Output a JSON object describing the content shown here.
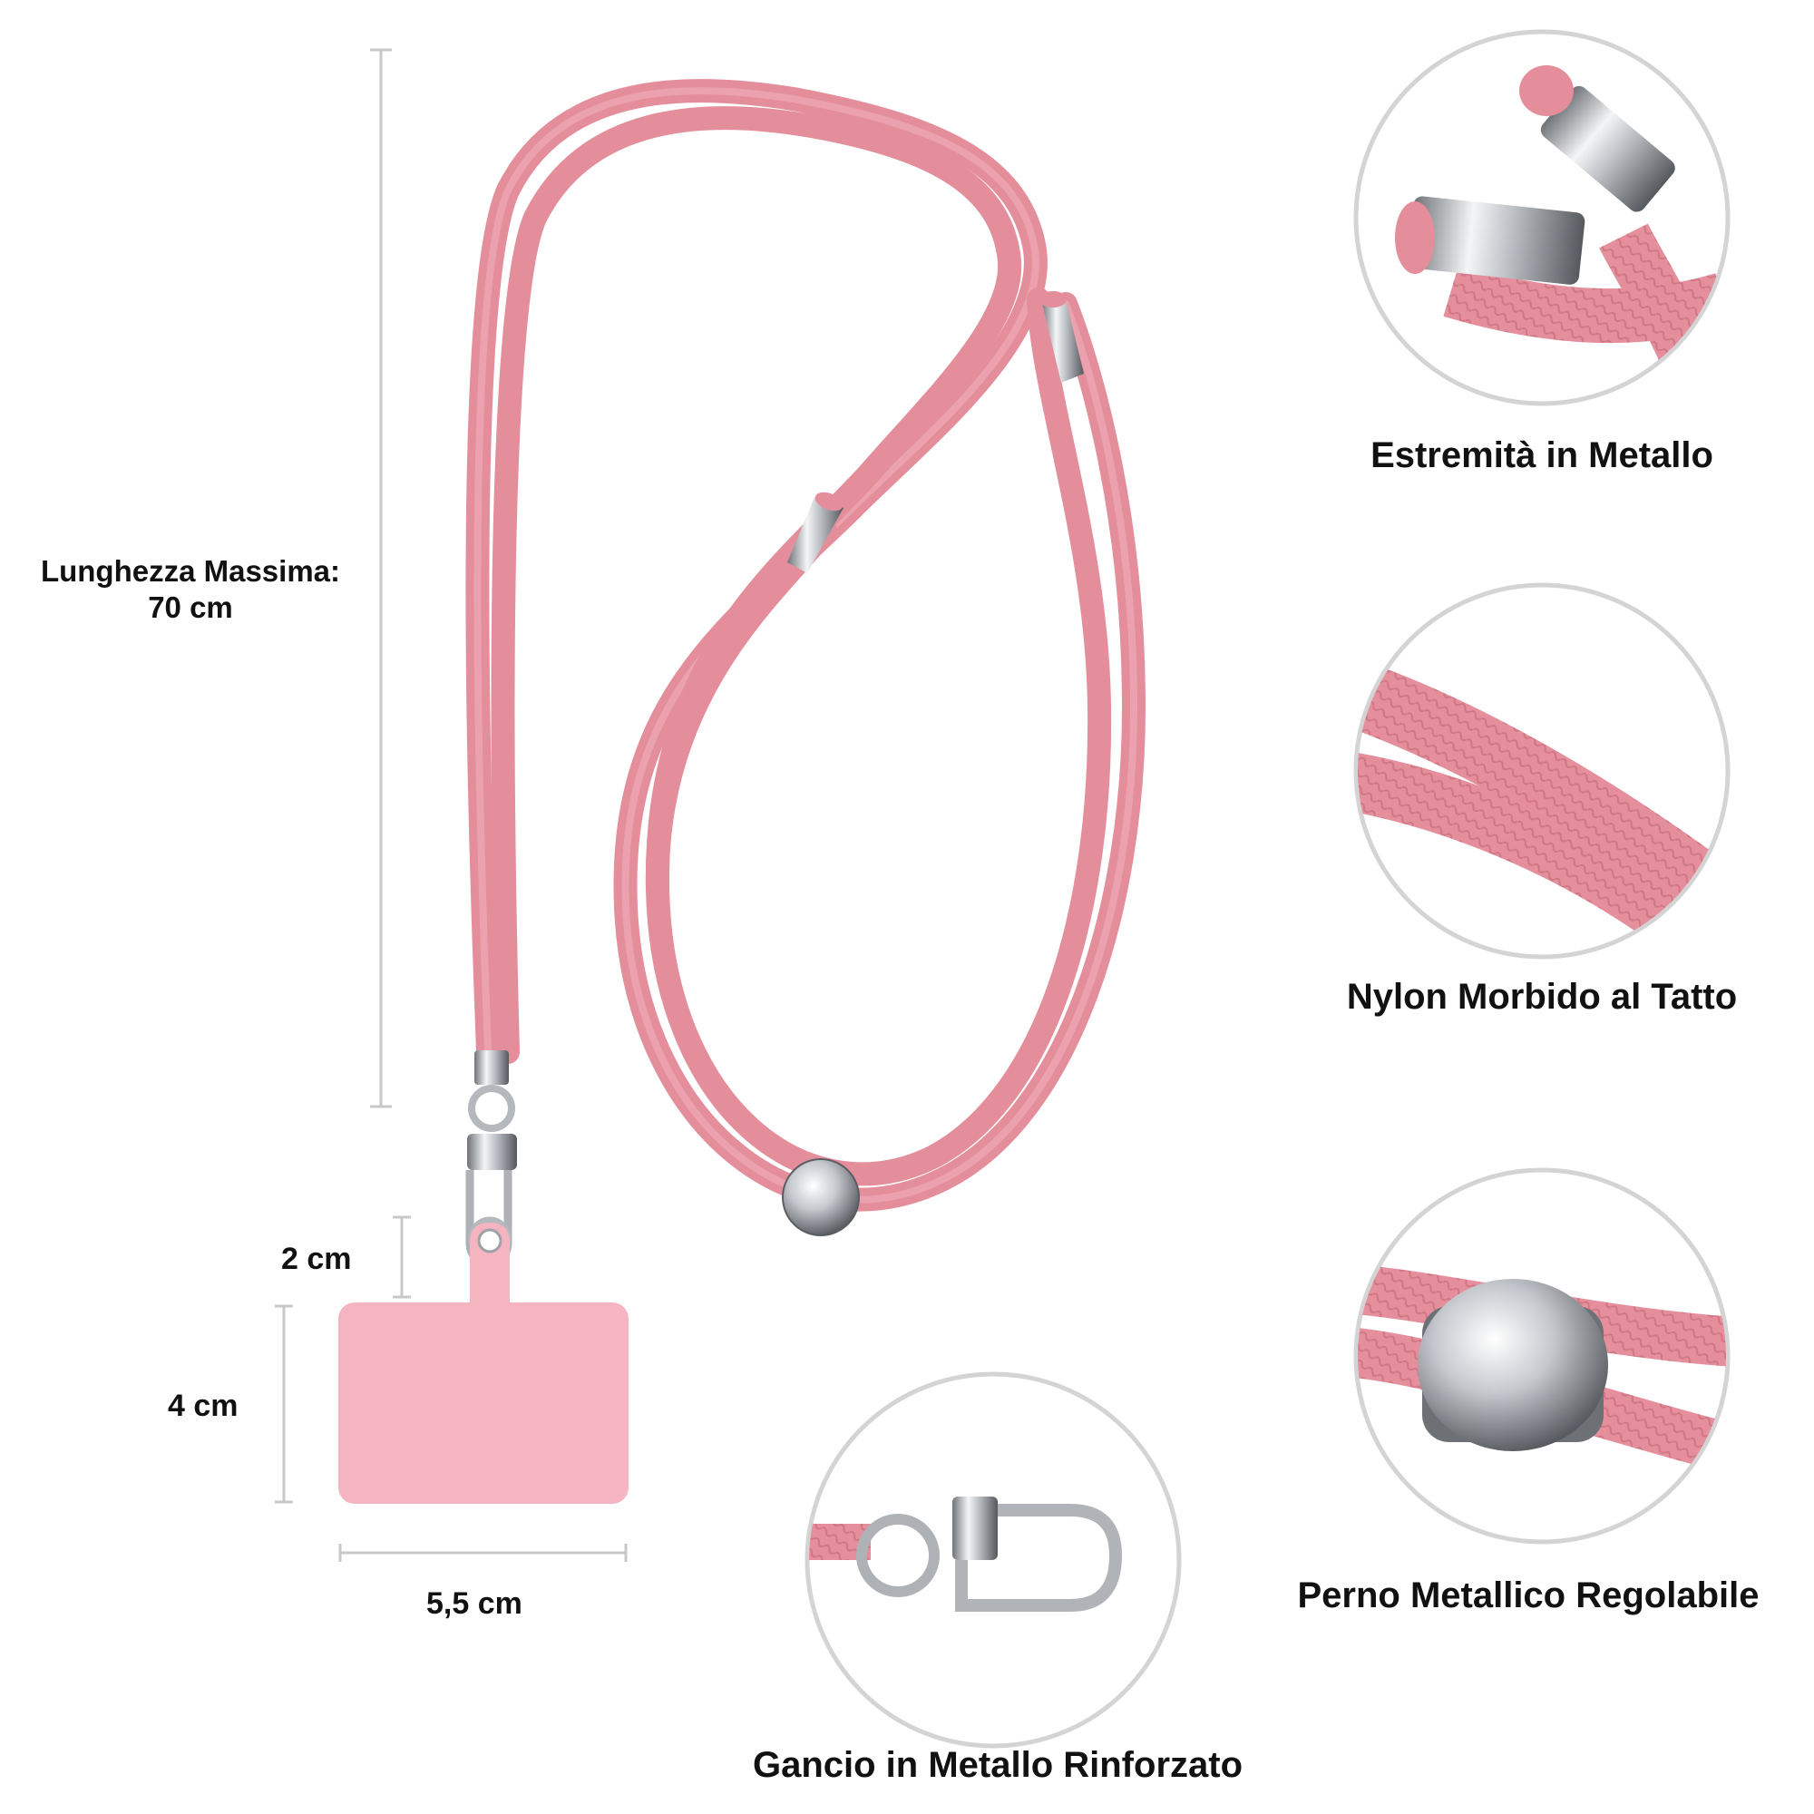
{
  "dimensions": {
    "max_length_title": "Lunghezza Massima:",
    "max_length_value": "70 cm",
    "tab_height": "2 cm",
    "card_height": "4 cm",
    "card_width": "5,5 cm"
  },
  "features": {
    "metal_tips": "Estremità in Metallo",
    "soft_nylon": "Nylon Morbido al Tatto",
    "adjustable_pin": "Perno Metallico Regolabile",
    "reinforced_hook": "Gancio in Metallo Rinforzato"
  },
  "colors": {
    "cord_pink": "#e9939f",
    "card_pink": "#f4b4c0",
    "metal_silver": "#c9ccd1",
    "dimension_line": "#c8c8c8",
    "circle_border": "#d4d4d4"
  }
}
